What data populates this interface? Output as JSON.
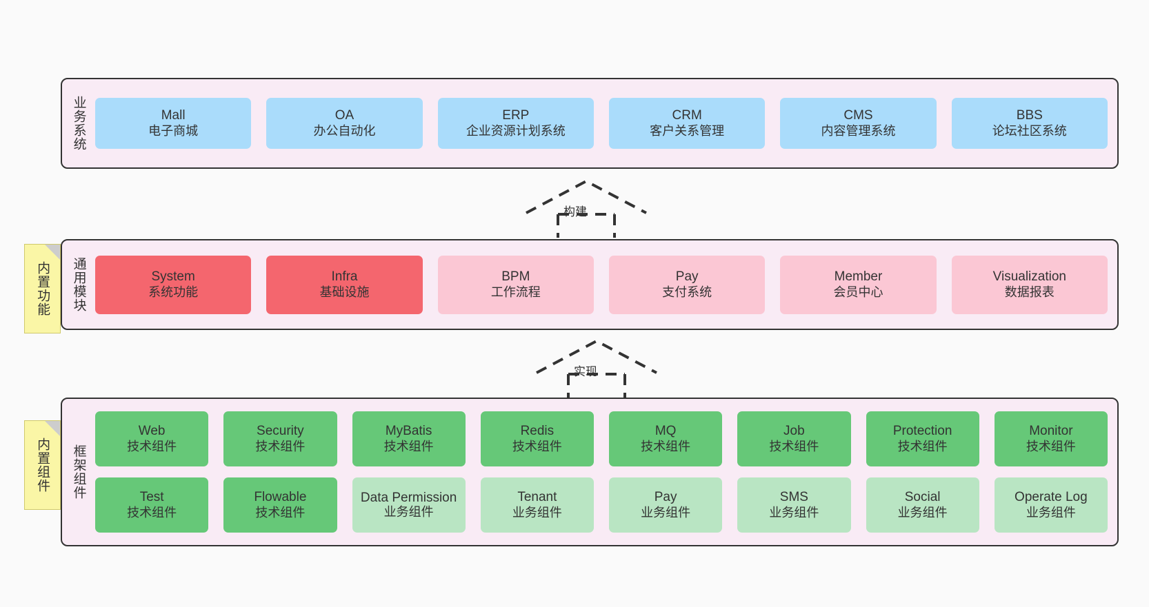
{
  "tiers": [
    {
      "id": "business",
      "label": "业务系统",
      "rows": [
        [
          {
            "title": "Mall",
            "sub": "电子商城",
            "style": "c-blue"
          },
          {
            "title": "OA",
            "sub": "办公自动化",
            "style": "c-blue"
          },
          {
            "title": "ERP",
            "sub": "企业资源计划系统",
            "style": "c-blue"
          },
          {
            "title": "CRM",
            "sub": "客户关系管理",
            "style": "c-blue"
          },
          {
            "title": "CMS",
            "sub": "内容管理系统",
            "style": "c-blue"
          },
          {
            "title": "BBS",
            "sub": "论坛社区系统",
            "style": "c-blue"
          }
        ]
      ]
    },
    {
      "id": "module",
      "label": "通用模块",
      "note": "内置功能",
      "rows": [
        [
          {
            "title": "System",
            "sub": "系统功能",
            "style": "c-red"
          },
          {
            "title": "Infra",
            "sub": "基础设施",
            "style": "c-red"
          },
          {
            "title": "BPM",
            "sub": "工作流程",
            "style": "c-pink"
          },
          {
            "title": "Pay",
            "sub": "支付系统",
            "style": "c-pink"
          },
          {
            "title": "Member",
            "sub": "会员中心",
            "style": "c-pink"
          },
          {
            "title": "Visualization",
            "sub": "数据报表",
            "style": "c-pink"
          }
        ]
      ]
    },
    {
      "id": "framework",
      "label": "框架组件",
      "note": "内置组件",
      "rows": [
        [
          {
            "title": "Web",
            "sub": "技术组件",
            "style": "c-green"
          },
          {
            "title": "Security",
            "sub": "技术组件",
            "style": "c-green"
          },
          {
            "title": "MyBatis",
            "sub": "技术组件",
            "style": "c-green"
          },
          {
            "title": "Redis",
            "sub": "技术组件",
            "style": "c-green"
          },
          {
            "title": "MQ",
            "sub": "技术组件",
            "style": "c-green"
          },
          {
            "title": "Job",
            "sub": "技术组件",
            "style": "c-green"
          },
          {
            "title": "Protection",
            "sub": "技术组件",
            "style": "c-green"
          },
          {
            "title": "Monitor",
            "sub": "技术组件",
            "style": "c-green"
          }
        ],
        [
          {
            "title": "Test",
            "sub": "技术组件",
            "style": "c-green"
          },
          {
            "title": "Flowable",
            "sub": "技术组件",
            "style": "c-green"
          },
          {
            "title": "Data Permission",
            "sub": "业务组件",
            "style": "c-lgreen"
          },
          {
            "title": "Tenant",
            "sub": "业务组件",
            "style": "c-lgreen"
          },
          {
            "title": "Pay",
            "sub": "业务组件",
            "style": "c-lgreen"
          },
          {
            "title": "SMS",
            "sub": "业务组件",
            "style": "c-lgreen"
          },
          {
            "title": "Social",
            "sub": "业务组件",
            "style": "c-lgreen"
          },
          {
            "title": "Operate Log",
            "sub": "业务组件",
            "style": "c-lgreen"
          }
        ]
      ]
    }
  ],
  "connectors": [
    {
      "id": "build",
      "label": "构建"
    },
    {
      "id": "impl",
      "label": "实现"
    }
  ],
  "colors": {
    "panel_bg": "#f9ebf5",
    "panel_border": "#333333",
    "blue": "#aadcfb",
    "red": "#f4666e",
    "pink": "#fbc7d4",
    "green": "#66c878",
    "light_green": "#b9e5c3",
    "note_yellow": "#faf6a6",
    "page_bg": "#fafafa"
  }
}
